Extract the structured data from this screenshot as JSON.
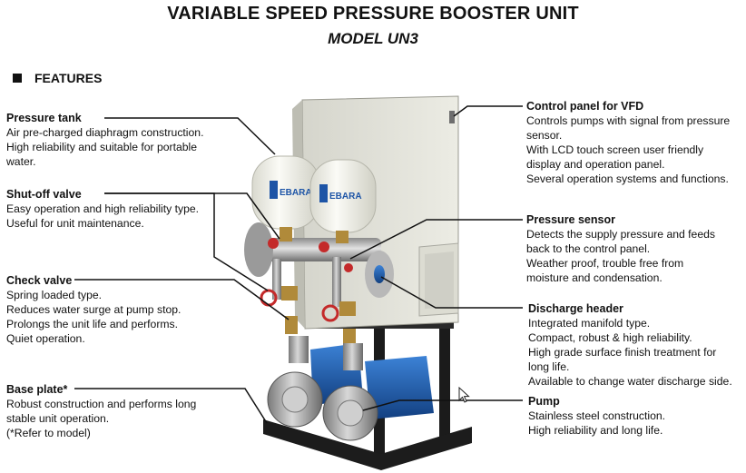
{
  "header": {
    "title": "VARIABLE SPEED PRESSURE BOOSTER UNIT",
    "model": "MODEL  UN3",
    "features_label": "FEATURES"
  },
  "tank_brand": "EBARA",
  "callouts": {
    "pressure_tank": {
      "heading": "Pressure tank",
      "lines": [
        "Air pre-charged diaphragm construction.",
        "High reliability and suitable for portable",
        "water."
      ]
    },
    "shutoff_valve": {
      "heading": "Shut-off valve",
      "lines": [
        "Easy operation and high reliability type.",
        "Useful for unit maintenance."
      ]
    },
    "check_valve": {
      "heading": "Check valve",
      "lines": [
        "Spring loaded type.",
        "Reduces water surge at pump stop.",
        "Prolongs the unit life and performs.",
        "Quiet operation."
      ]
    },
    "base_plate": {
      "heading": "Base plate*",
      "lines": [
        "Robust construction and performs long",
        "stable unit operation.",
        "(*Refer to model)"
      ]
    },
    "control_panel": {
      "heading": "Control panel for VFD",
      "lines": [
        "Controls pumps with signal from pressure",
        "sensor.",
        "With LCD touch screen user friendly",
        "display and operation panel.",
        "Several operation systems and functions."
      ]
    },
    "pressure_sensor": {
      "heading": "Pressure sensor",
      "lines": [
        "Detects the supply pressure and feeds",
        "back to the control panel.",
        "Weather proof, trouble free from",
        "moisture and condensation."
      ]
    },
    "discharge_header": {
      "heading": "Discharge header",
      "lines": [
        "Integrated manifold type.",
        "Compact, robust & high reliability.",
        "High grade surface finish treatment for",
        "long life.",
        "Available to change water discharge side."
      ]
    },
    "pump": {
      "heading": "Pump",
      "lines": [
        "Stainless steel construction.",
        "High reliability and long life."
      ]
    }
  },
  "colors": {
    "text": "#111111",
    "pump_blue": "#1f5fb0",
    "valve_red": "#c42a2a",
    "panel": "#e4e4dc"
  }
}
